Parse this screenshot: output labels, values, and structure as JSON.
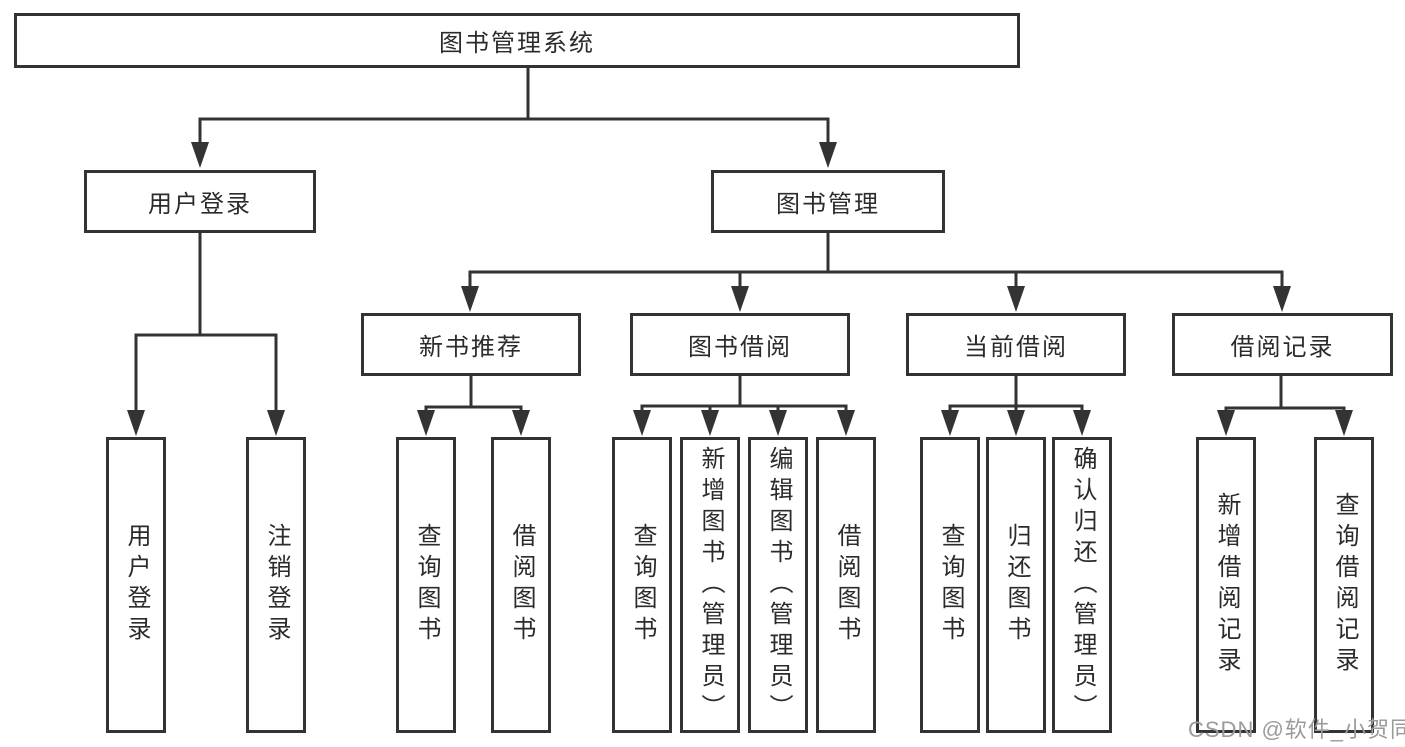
{
  "tree": {
    "root": {
      "label": "图书管理系统"
    },
    "branches": [
      {
        "label": "用户登录",
        "children": [
          {
            "label": "用户登录"
          },
          {
            "label": "注销登录"
          }
        ]
      },
      {
        "label": "图书管理",
        "groups": [
          {
            "label": "新书推荐",
            "children": [
              {
                "label": "查询图书"
              },
              {
                "label": "借阅图书"
              }
            ]
          },
          {
            "label": "图书借阅",
            "children": [
              {
                "label": "查询图书"
              },
              {
                "label": "新增图书（管理员）"
              },
              {
                "label": "编辑图书（管理员）"
              },
              {
                "label": "借阅图书"
              }
            ]
          },
          {
            "label": "当前借阅",
            "children": [
              {
                "label": "查询图书"
              },
              {
                "label": "归还图书"
              },
              {
                "label": "确认归还（管理员）"
              }
            ]
          },
          {
            "label": "借阅记录",
            "children": [
              {
                "label": "新增借阅记录"
              },
              {
                "label": "查询借阅记录"
              }
            ]
          }
        ]
      }
    ]
  },
  "watermark": {
    "text": "CSDN @软件_小贺同学"
  },
  "colors": {
    "line": "#333333",
    "box_background": "#ffffff",
    "text": "#2b2b2b",
    "watermark": "#9b9b9b"
  }
}
